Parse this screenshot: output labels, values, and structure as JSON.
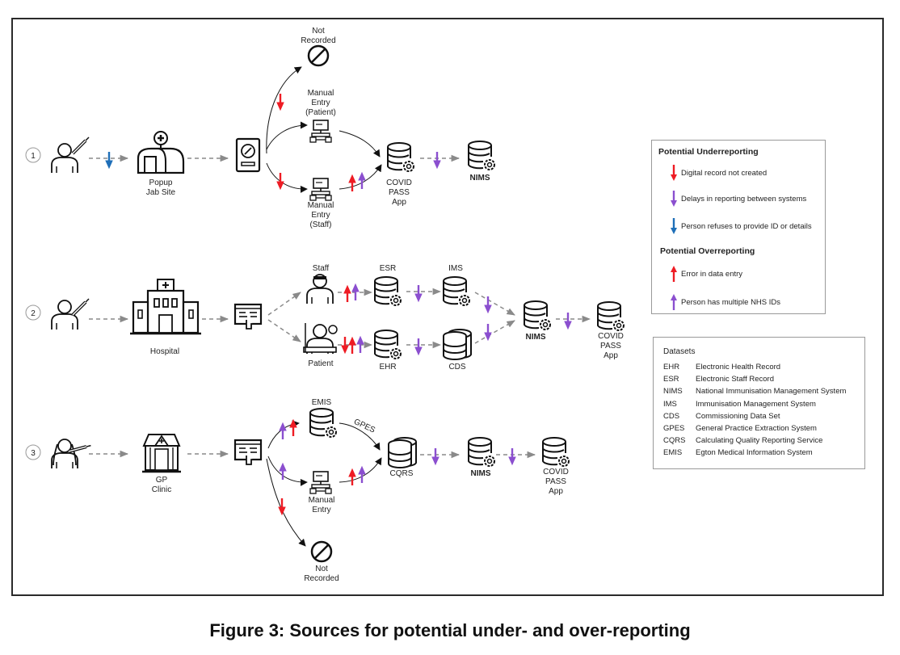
{
  "caption": "Figure 3: Sources for potential under- and over-reporting",
  "colors": {
    "underreport_red": "#ee1c24",
    "delay_purple": "#8b4fcf",
    "refuse_blue": "#1f6fb8",
    "flow_gray": "#8a8a8a",
    "flow_black": "#111111"
  },
  "rows": [
    {
      "number": "1",
      "nodes": {
        "site": "Popup\nJab Site",
        "not_recorded": "Not\nRecorded",
        "manual_patient": "Manual\nEntry\n(Patient)",
        "manual_staff": "Manual\nEntry\n(Staff)",
        "covid_pass": "COVID\nPASS\nApp",
        "nims": "NIMS"
      }
    },
    {
      "number": "2",
      "nodes": {
        "site": "Hospital",
        "staff": "Staff",
        "patient": "Patient",
        "esr": "ESR",
        "ims": "IMS",
        "ehr": "EHR",
        "cds": "CDS",
        "nims": "NIMS",
        "covid_pass": "COVID\nPASS\nApp"
      }
    },
    {
      "number": "3",
      "nodes": {
        "site": "GP\nClinic",
        "emis": "EMIS",
        "gpes": "GPES",
        "manual_entry": "Manual\nEntry",
        "not_recorded": "Not\nRecorded",
        "cqrs": "CQRS",
        "nims": "NIMS",
        "covid_pass": "COVID\nPASS\nApp"
      }
    }
  ],
  "legend_reporting": {
    "under_title": "Potential Underreporting",
    "under_items": [
      {
        "label": "Digital record not created",
        "icon": "red-down-arrow",
        "color": "#ee1c24",
        "direction": "down"
      },
      {
        "label": "Delays in reporting between systems",
        "icon": "purple-down-arrow",
        "color": "#8b4fcf",
        "direction": "down"
      },
      {
        "label": "Person refuses to provide ID or details",
        "icon": "blue-down-arrow",
        "color": "#1f6fb8",
        "direction": "down"
      }
    ],
    "over_title": "Potential Overreporting",
    "over_items": [
      {
        "label": "Error in data entry",
        "icon": "red-up-arrow",
        "color": "#ee1c24",
        "direction": "up"
      },
      {
        "label": "Person has multiple NHS IDs",
        "icon": "purple-up-arrow",
        "color": "#8b4fcf",
        "direction": "up"
      }
    ]
  },
  "legend_datasets": {
    "title": "Datasets",
    "items": [
      {
        "abbr": "EHR",
        "name": "Electronic Health Record"
      },
      {
        "abbr": "ESR",
        "name": "Electronic Staff Record"
      },
      {
        "abbr": "NIMS",
        "name": "National Immunisation Management System"
      },
      {
        "abbr": "IMS",
        "name": "Immunisation Management System"
      },
      {
        "abbr": "CDS",
        "name": "Commissioning Data Set"
      },
      {
        "abbr": "GPES",
        "name": "General Practice Extraction System"
      },
      {
        "abbr": "CQRS",
        "name": "Calculating Quality Reporting Service"
      },
      {
        "abbr": "EMIS",
        "name": "Egton Medical Information System"
      }
    ]
  }
}
